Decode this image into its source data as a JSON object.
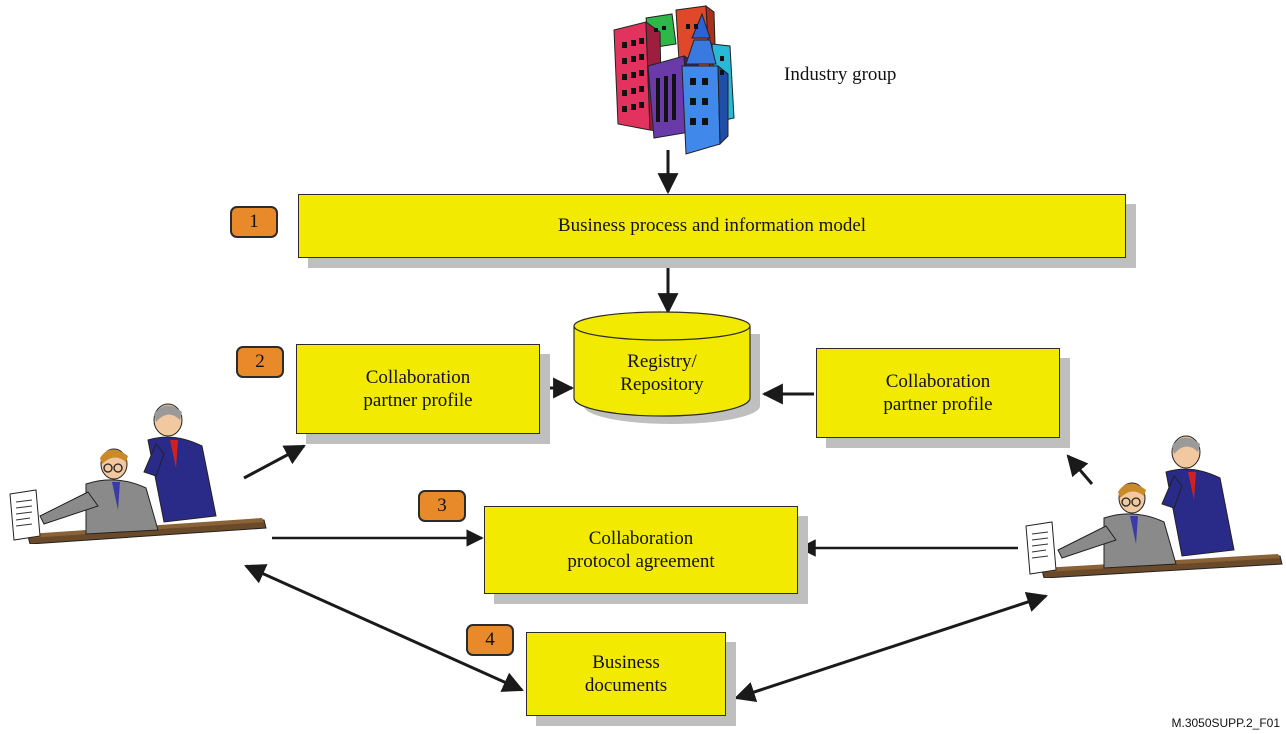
{
  "industry_group": {
    "label": "Industry group"
  },
  "steps": [
    {
      "number": "1"
    },
    {
      "number": "2"
    },
    {
      "number": "3"
    },
    {
      "number": "4"
    }
  ],
  "boxes": {
    "business_process": {
      "line1": "Business process and information model"
    },
    "partner_profile_left": {
      "line1": "Collaboration",
      "line2": "partner profile"
    },
    "partner_profile_right": {
      "line1": "Collaboration",
      "line2": "partner profile"
    },
    "protocol_agreement": {
      "line1": "Collaboration",
      "line2": "protocol agreement"
    },
    "business_documents": {
      "line1": "Business",
      "line2": "documents"
    }
  },
  "registry": {
    "line1": "Registry/",
    "line2": "Repository"
  },
  "figure_id": "M.3050SUPP.2_F01",
  "colors": {
    "box_fill": "#f2ea00",
    "badge_fill": "#e88a2a",
    "shadow": "#bfbfbf",
    "cylinder_fill": "#f2ea00"
  }
}
